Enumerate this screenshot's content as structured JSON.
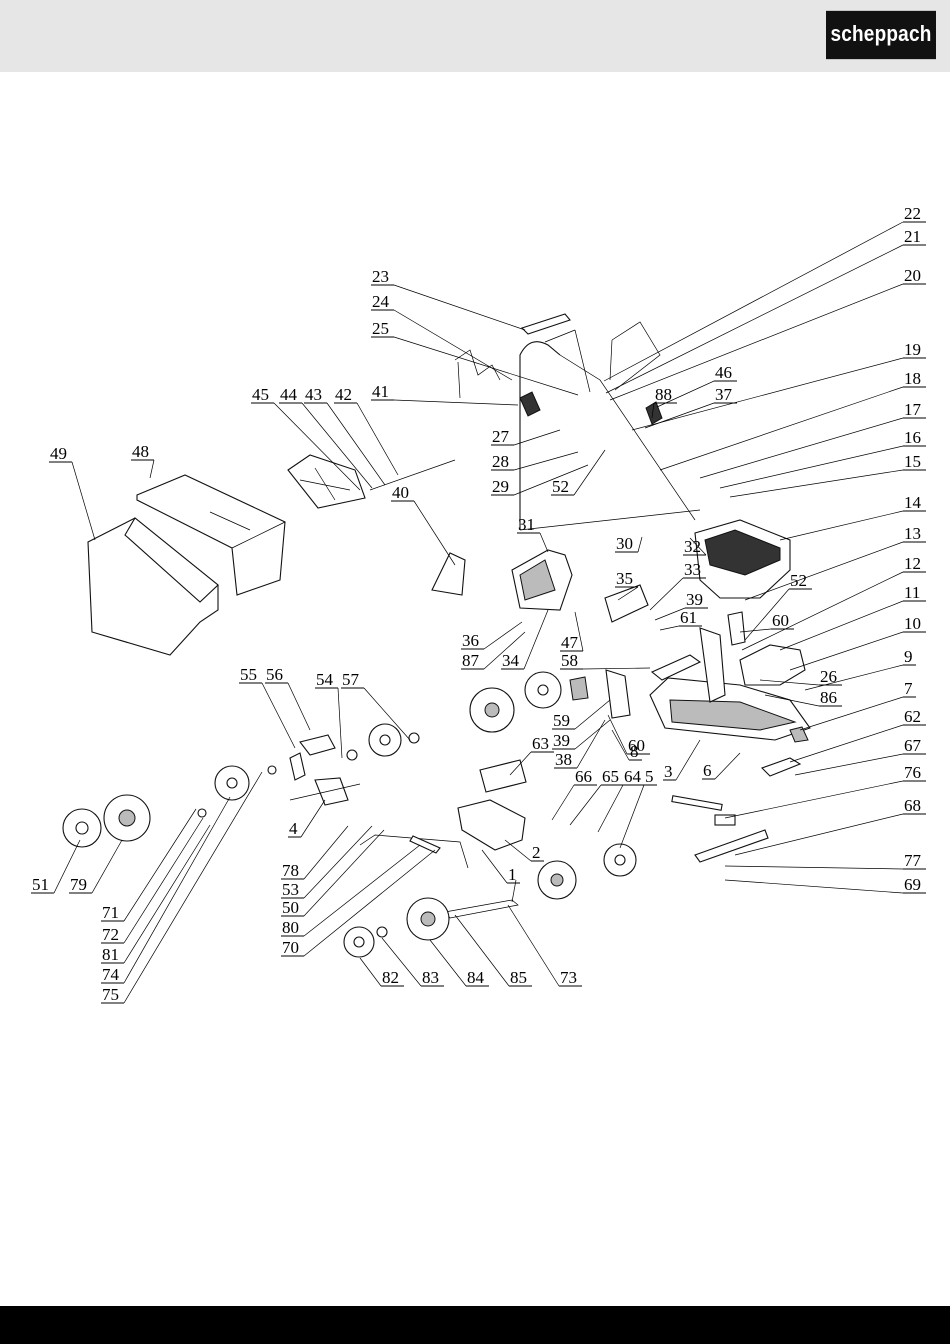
{
  "brand": {
    "logo_text": "scheppach"
  },
  "diagram": {
    "title": "",
    "callouts": [
      "22",
      "21",
      "20",
      "23",
      "24",
      "25",
      "19",
      "46",
      "88",
      "37",
      "18",
      "45",
      "44",
      "43",
      "42",
      "41",
      "17",
      "16",
      "15",
      "27",
      "28",
      "29",
      "52",
      "49",
      "48",
      "40",
      "14",
      "31",
      "30",
      "32",
      "13",
      "52",
      "33",
      "35",
      "12",
      "39",
      "61",
      "11",
      "60",
      "10",
      "36",
      "87",
      "47",
      "34",
      "58",
      "26",
      "9",
      "86",
      "55",
      "56",
      "54",
      "57",
      "59",
      "39",
      "8",
      "63",
      "38",
      "60",
      "7",
      "62",
      "3",
      "6",
      "67",
      "66",
      "65",
      "64",
      "5",
      "76",
      "4",
      "68",
      "2",
      "77",
      "78",
      "53",
      "1",
      "69",
      "50",
      "51",
      "79",
      "80",
      "70",
      "71",
      "72",
      "81",
      "82",
      "83",
      "84",
      "85",
      "73",
      "74",
      "75"
    ]
  }
}
